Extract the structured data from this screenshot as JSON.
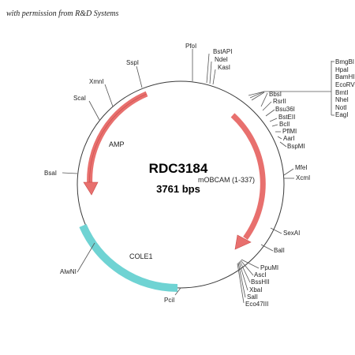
{
  "credit": "with permission from R&D Systems",
  "plasmid": {
    "name": "RDC3184",
    "size": "3761 bps"
  },
  "features": {
    "amp": "AMP",
    "insert": "mOBCAM (1-337)",
    "ori": "COLE1"
  },
  "sites": {
    "pfoi": "PfoI",
    "bstapi": "BstAPI",
    "ndei": "NdeI",
    "kasi": "KasI",
    "sspi": "SspI",
    "xmni": "XmnI",
    "scai": "ScaI",
    "bsai": "BsaI",
    "alwni": "AlwNI",
    "pcii": "PciI",
    "bbsi": "BbsI",
    "rsrii": "RsrII",
    "bsu36i": "Bsu36I",
    "bsteii": "BstEII",
    "bcli": "BclI",
    "pflmi": "PflMI",
    "aari": "AarI",
    "bspmi": "BspMI",
    "mfei": "MfeI",
    "xcmi": "XcmI",
    "sexai": "SexAI",
    "bali": "BalI",
    "ppumi": "PpuMI",
    "asci": "AscI",
    "bsshii": "BssHII",
    "xbai": "XbaI",
    "sali": "SalI",
    "eco47iii": "Eco47III",
    "mcs": [
      "BmgBI",
      "HpaI",
      "BamHI",
      "EcoRV",
      "BmtI",
      "NheI",
      "NotI",
      "EagI"
    ]
  },
  "colors": {
    "backbone": "#3a3a3a",
    "amp_arrow": "#e8706e",
    "insert_arrow": "#e8706e",
    "ori_arc": "#6fd3d3"
  }
}
